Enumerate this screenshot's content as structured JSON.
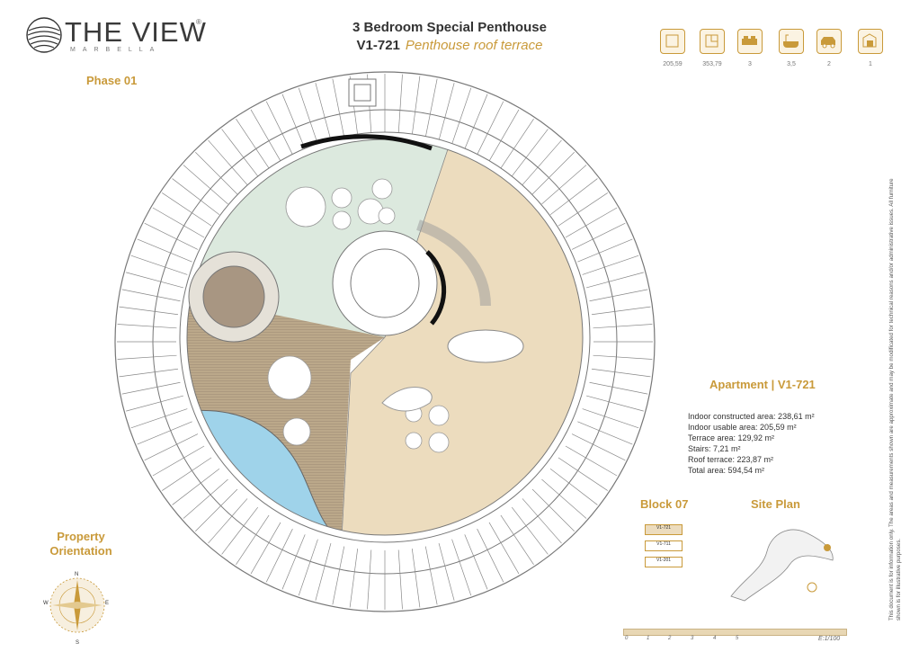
{
  "header": {
    "brand": "THE VIEW",
    "brand_sub": "MARBELLA",
    "registered": "®",
    "title": "3 Bedroom Special Penthouse",
    "unit_code": "V1-721",
    "subtitle": "Penthouse roof terrace"
  },
  "phase": "Phase 01",
  "icons": [
    {
      "name": "indoor-area-icon",
      "value": "205,59"
    },
    {
      "name": "plan-area-icon",
      "value": "353,79"
    },
    {
      "name": "bedroom-icon",
      "value": "3"
    },
    {
      "name": "bathroom-icon",
      "value": "3,5"
    },
    {
      "name": "parking-icon",
      "value": "2"
    },
    {
      "name": "storage-icon",
      "value": "1"
    }
  ],
  "apartment": {
    "title": "Apartment | V1-721",
    "specs": [
      "Indoor constructed area: 238,61  m²",
      "Indoor usable area: 205,59 m²",
      "Terrace area: 129,92  m²",
      "Stairs: 7,21 m²",
      "Roof terrace: 223,87  m²",
      "Total area: 594,54 m²"
    ]
  },
  "block": {
    "title": "Block 07",
    "units": [
      "V1-721",
      "V1-711",
      "V1-201"
    ]
  },
  "site_plan": {
    "title": "Site Plan"
  },
  "orientation": {
    "title_line1": "Property",
    "title_line2": "Orientation",
    "n": "N",
    "s": "S",
    "e": "E",
    "w": "W"
  },
  "scale": {
    "ticks": [
      "0",
      "1",
      "2",
      "3",
      "4",
      "5"
    ],
    "label": "E:1/100"
  },
  "disclaimer": "This document is for information only. The areas and measurements shown are approximate and may be modificated for technical reasons and/or administrative issues. All furniture shown is for illustrative purposes.",
  "colors": {
    "accent": "#c99a3a",
    "garden": "#dce9de",
    "interior": "#ecdcbe",
    "deck": "#bba88a",
    "pool": "#9fd3ea"
  }
}
